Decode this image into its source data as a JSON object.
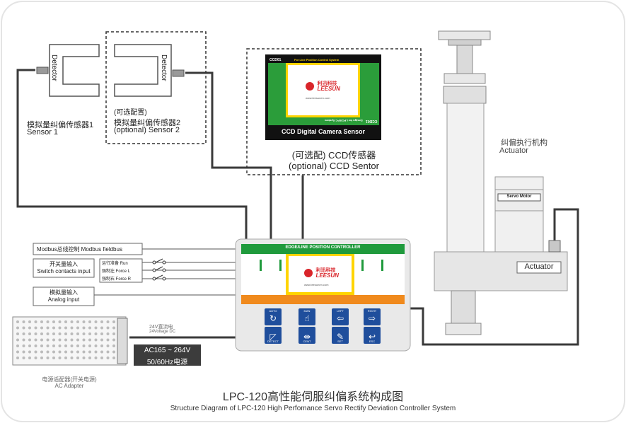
{
  "sensor1": {
    "detector_label": "Detector",
    "name_cn": "模拟量纠偏传感器1",
    "name_en": "Sensor 1"
  },
  "sensor2": {
    "detector_label": "Detector",
    "optional_cn": "(可选配置)",
    "name_cn": "模拟量纠偏传感器2",
    "name_en": "(optional) Sensor 2"
  },
  "ccd": {
    "screen_id": "CCD01",
    "screen_header": "For Line Position Control System",
    "screen_mirror_text": "Design for LPC/EPC System",
    "screen_id_mirror": "CCD01",
    "logo_cn": "利迅科技",
    "logo_en": "LEESUN",
    "website": "www.leesunen.com",
    "camera_label": "CCD Digital Camera Sensor",
    "caption_cn": "(可选配)  CCD传感器",
    "caption_en": "(optional) CCD Sentor"
  },
  "actuator": {
    "title_cn": "纠偏执行机构",
    "title_en": "Actuator",
    "motor_label": "Servo Motor",
    "body_label": "Actuator"
  },
  "inputs": {
    "modbus": "Modbus总线控制  Modbus fieldbus",
    "switch_cn": "开关量输入",
    "switch_en": "Switch contacts input",
    "run": "运行准备 Run",
    "force_l": "强制左 Force L",
    "force_r": "强制右 Force R",
    "analog_cn": "模拟量输入",
    "analog_en": "Analog input"
  },
  "power": {
    "voltage_cn": "24V直流电",
    "voltage_en": "24Voltage DC",
    "ac_line1": "AC165 ~ 264V",
    "ac_line2": "50/60Hz电源",
    "adapter_cn": "电源适配器(开关电源)",
    "adapter_en": "AC Adapter"
  },
  "controller": {
    "title": "EDGE/LINE POSITION CONTROLLER",
    "logo_cn": "利迅科技",
    "logo_en": "LEESUN",
    "website": "www.leesunen.com",
    "buttons_top": [
      "AUTO",
      "MAN",
      "LEFT",
      "RIGHT"
    ],
    "buttons_bottom": [
      "DETECT",
      "CENT",
      "SET",
      "ESC"
    ]
  },
  "title_cn": "LPC-120高性能伺服纠偏系统构成图",
  "title_en": "Structure Diagram of  LPC-120 High Perfomance Servo Rectify Deviation Controller System",
  "colors": {
    "green": "#1f9a3c",
    "orange": "#f08a1d",
    "blue": "#1f4e9c",
    "logo_red": "#d9252a",
    "screen_yellow": "#ffd400"
  }
}
